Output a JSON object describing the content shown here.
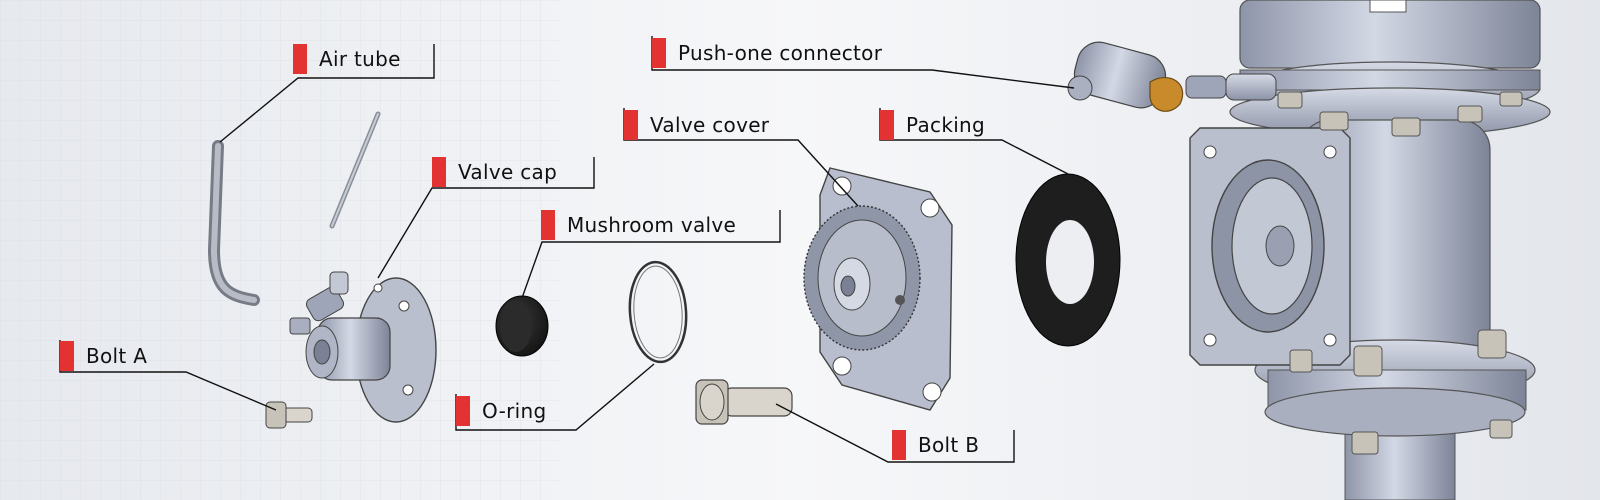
{
  "colors": {
    "accent": "#e23232",
    "leader": "#111111",
    "metal_light": "#c9cedd",
    "metal_mid": "#9ea5b8",
    "metal_dark": "#6f7689",
    "rubber": "#1e1e1e",
    "brass": "#c88a2a"
  },
  "labels": {
    "air_tube": "Air tube",
    "valve_cap": "Valve cap",
    "mushroom_valve": "Mushroom valve",
    "bolt_a": "Bolt A",
    "o_ring": "O-ring",
    "valve_cover": "Valve cover",
    "packing": "Packing",
    "bolt_b": "Bolt B",
    "push_one_connector": "Push-one connector"
  }
}
